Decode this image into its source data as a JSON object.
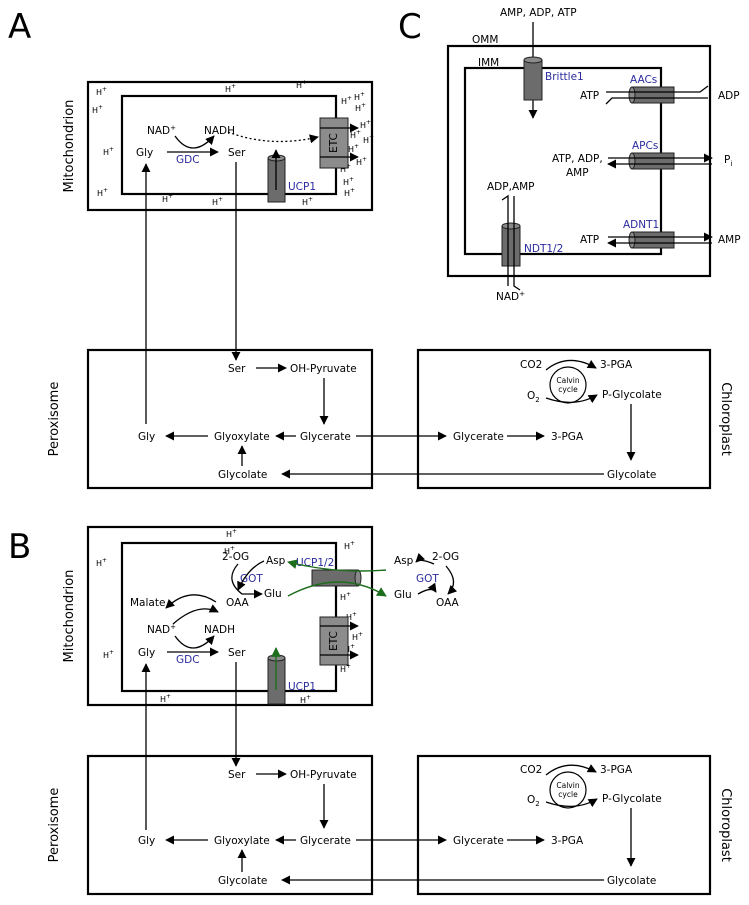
{
  "panels": {
    "a": "A",
    "b": "B",
    "c": "C"
  },
  "compartments": {
    "mitochondrion": "Mitochondrion",
    "peroxisome": "Peroxisome",
    "chloroplast": "Chloroplast"
  },
  "hplus": {
    "h": "H",
    "sup": "+"
  },
  "metabolites": {
    "gly": "Gly",
    "ser": "Ser",
    "nad": "NAD",
    "nad_sup": "+",
    "nadh": "NADH",
    "oh_pyruvate": "OH-Pyruvate",
    "glycerate": "Glycerate",
    "glyoxylate": "Glyoxylate",
    "glycolate": "Glycolate",
    "pga": "3-PGA",
    "p_glycolate": "P-Glycolate",
    "co2": "CO2",
    "o2": "O",
    "o2_sub": "2",
    "og": "2-OG",
    "asp": "Asp",
    "glu": "Glu",
    "oaa": "OAA",
    "malate": "Malate"
  },
  "calvin": {
    "line1": "Calvin",
    "line2": "cycle"
  },
  "enzymes": {
    "gdc": "GDC",
    "got": "GOT",
    "etc": "ETC",
    "ucp1": "UCP1",
    "ucp12": "UCP1/2"
  },
  "panel_c": {
    "top_substrates": "AMP, ADP, ATP",
    "omm": "OMM",
    "imm": "IMM",
    "brittle1": "Brittle1",
    "aacs": "AACs",
    "apcs": "APCs",
    "adnt1": "ADNT1",
    "ndt12": "NDT1/2",
    "aac_left": "ATP",
    "aac_right": "ADP",
    "apc_left_1": "ATP, ADP,",
    "apc_left_2": "AMP",
    "apc_right": "P",
    "apc_right_sub": "i",
    "adnt_left": "ATP",
    "adnt_right": "AMP",
    "ndt_top": "ADP,AMP",
    "ndt_bottom": "NAD",
    "ndt_bottom_sup": "+"
  }
}
